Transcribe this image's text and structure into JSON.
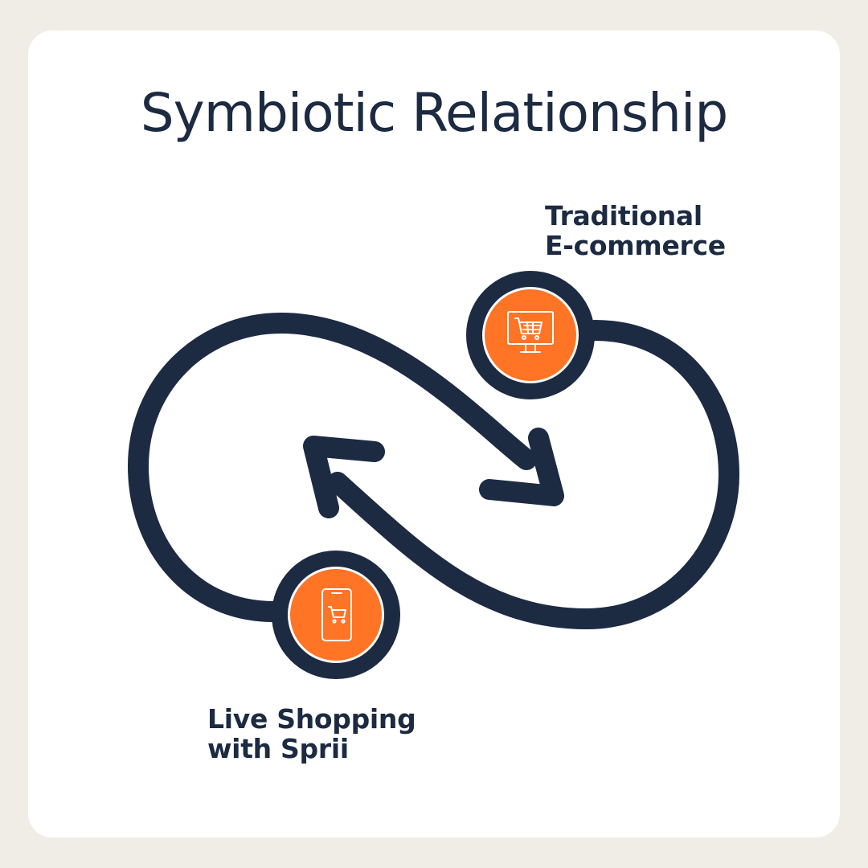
{
  "title": "Symbiotic Relationship",
  "nodes": [
    {
      "id": "traditional",
      "label_lines": [
        "Traditional",
        "E-commerce"
      ],
      "icon": "desktop-shopping-cart-icon"
    },
    {
      "id": "live",
      "label_lines": [
        "Live Shopping",
        "with Sprii"
      ],
      "icon": "mobile-shopping-cart-icon"
    }
  ],
  "colors": {
    "background": "#F0EDE6",
    "card": "#FFFFFF",
    "navy": "#1C2A42",
    "orange": "#FF7425"
  }
}
